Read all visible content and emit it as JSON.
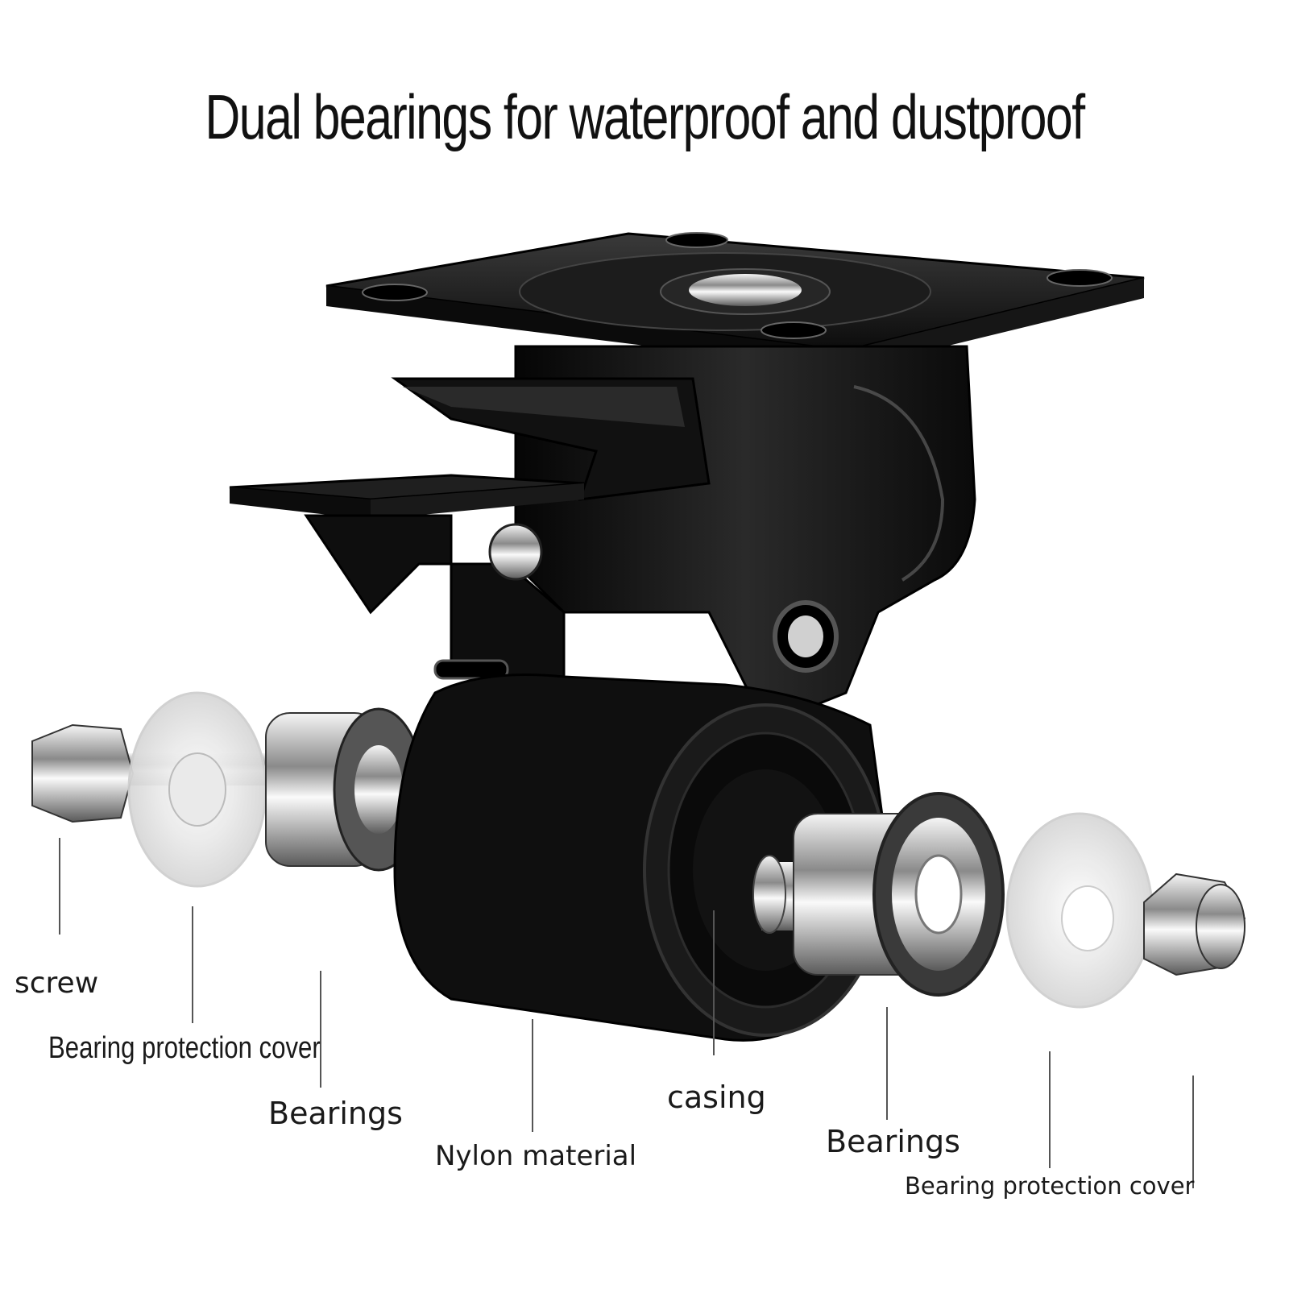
{
  "title": "Dual bearings for waterproof and dustproof",
  "labels": {
    "screw_left": "screw",
    "cover_left": "Bearing protection cover",
    "bearings_left": "Bearings",
    "nylon": "Nylon material",
    "casing": "casing",
    "bearings_right": "Bearings",
    "cover_right": "Bearing protection cover"
  },
  "colors": {
    "metal_dark": "#111111",
    "chrome": "#c8c8c8",
    "nylon_white": "#f2f2f2"
  }
}
